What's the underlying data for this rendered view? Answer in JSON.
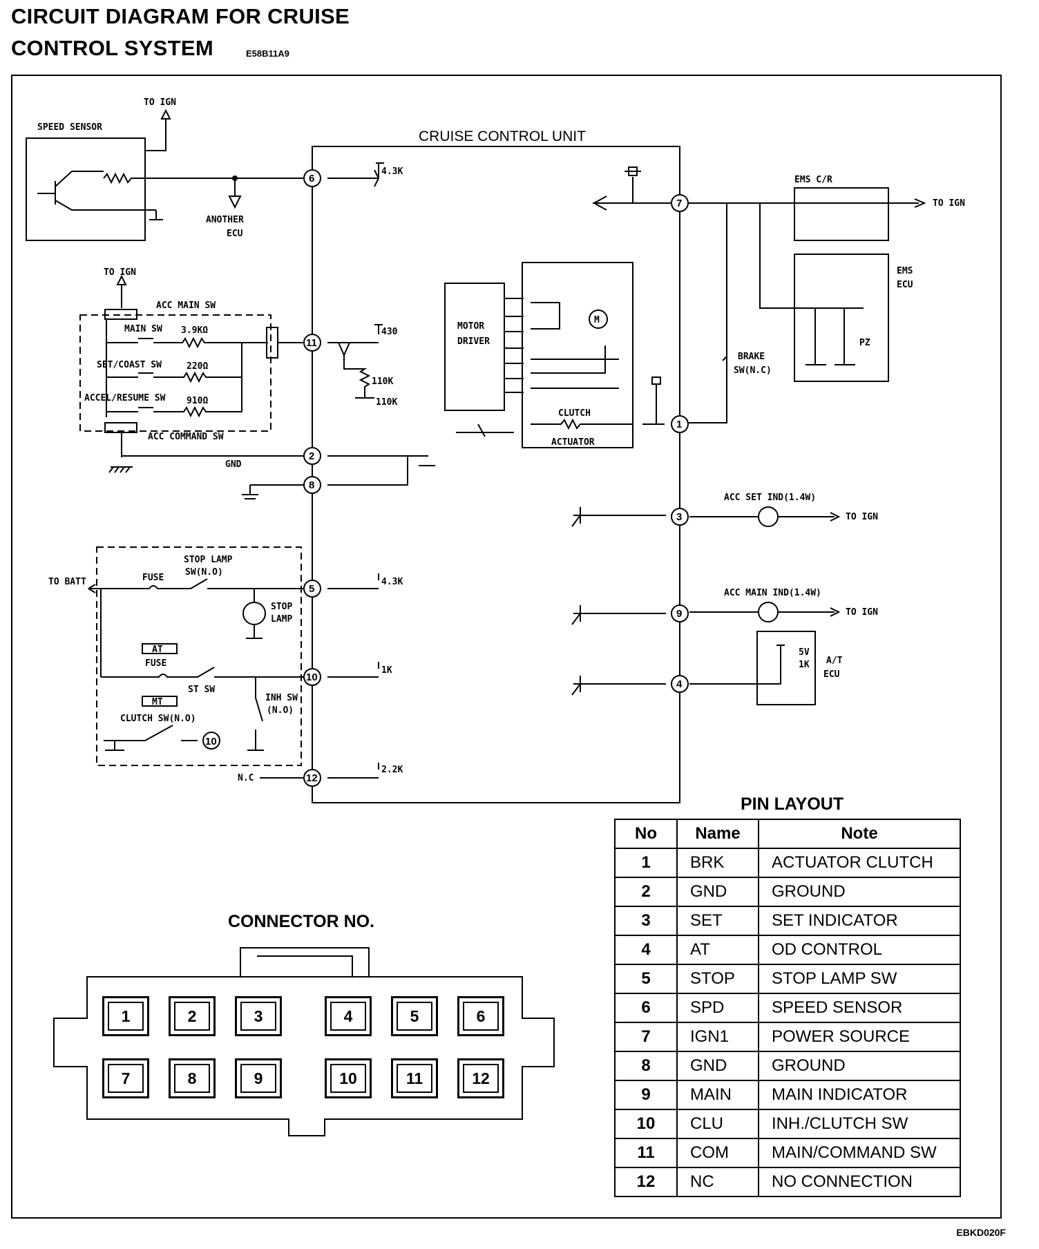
{
  "header": {
    "title_line1": "CIRCUIT DIAGRAM FOR CRUISE",
    "title_line2": "CONTROL SYSTEM",
    "doc_code": "E58B11A9"
  },
  "diagram": {
    "unit_label": "CRUISE CONTROL UNIT",
    "speed_sensor": "SPEED SENSOR",
    "to_ign": "TO IGN",
    "another_ecu_1": "ANOTHER",
    "another_ecu_2": "ECU",
    "acc_main_sw": "ACC MAIN SW",
    "main_sw": "MAIN SW",
    "r_main": "3.9KΩ",
    "set_coast_sw": "SET/COAST SW",
    "r_set": "220Ω",
    "accel_resume_sw": "ACCEL/RESUME SW",
    "r_accel": "910Ω",
    "acc_command_sw": "ACC COMMAND SW",
    "gnd": "GND",
    "r_4_3k": "4.3K",
    "r_430": "430",
    "r_110k_a": "110K",
    "r_110k_b": "110K",
    "motor_driver_1": "MOTOR",
    "motor_driver_2": "DRIVER",
    "motor": "M",
    "clutch": "CLUTCH",
    "actuator": "ACTUATOR",
    "brake_sw_1": "BRAKE",
    "brake_sw_2": "SW(N.C)",
    "ems_cr": "EMS C/R",
    "ems_ecu_1": "EMS",
    "ems_ecu_2": "ECU",
    "pz": "PZ",
    "to_batt": "TO BATT",
    "fuse": "FUSE",
    "stop_lamp_sw_1": "STOP LAMP",
    "stop_lamp_sw_2": "SW(N.O)",
    "stop_lamp_1": "STOP",
    "stop_lamp_2": "LAMP",
    "at": "AT",
    "st_sw": "ST SW",
    "mt": "MT",
    "clutch_sw": "CLUTCH SW(N.O)",
    "inh_sw_1": "INH SW",
    "inh_sw_2": "(N.O)",
    "r_1k": "1K",
    "r_2_2k": "2.2K",
    "nc": "N.C",
    "acc_set_ind": "ACC SET IND(1.4W)",
    "acc_main_ind": "ACC MAIN IND(1.4W)",
    "at_ecu_1": "A/T",
    "at_ecu_2": "ECU",
    "at_5v": "5V",
    "at_1k": "1K",
    "pins": [
      "1",
      "2",
      "3",
      "4",
      "5",
      "6",
      "7",
      "8",
      "9",
      "10",
      "11",
      "12"
    ]
  },
  "connector": {
    "title": "CONNECTOR NO.",
    "row1": [
      "1",
      "2",
      "3",
      "4",
      "5",
      "6"
    ],
    "row2": [
      "7",
      "8",
      "9",
      "10",
      "11",
      "12"
    ]
  },
  "pin_layout": {
    "title": "PIN LAYOUT",
    "headers": [
      "No",
      "Name",
      "Note"
    ],
    "rows": [
      [
        "1",
        "BRK",
        "ACTUATOR CLUTCH"
      ],
      [
        "2",
        "GND",
        "GROUND"
      ],
      [
        "3",
        "SET",
        "SET INDICATOR"
      ],
      [
        "4",
        "AT",
        "OD CONTROL"
      ],
      [
        "5",
        "STOP",
        "STOP LAMP SW"
      ],
      [
        "6",
        "SPD",
        "SPEED SENSOR"
      ],
      [
        "7",
        "IGN1",
        "POWER SOURCE"
      ],
      [
        "8",
        "GND",
        "GROUND"
      ],
      [
        "9",
        "MAIN",
        "MAIN INDICATOR"
      ],
      [
        "10",
        "CLU",
        "INH./CLUTCH SW"
      ],
      [
        "11",
        "COM",
        "MAIN/COMMAND SW"
      ],
      [
        "12",
        "NC",
        "NO CONNECTION"
      ]
    ]
  },
  "footer": {
    "figure_code": "EBKD020F"
  }
}
